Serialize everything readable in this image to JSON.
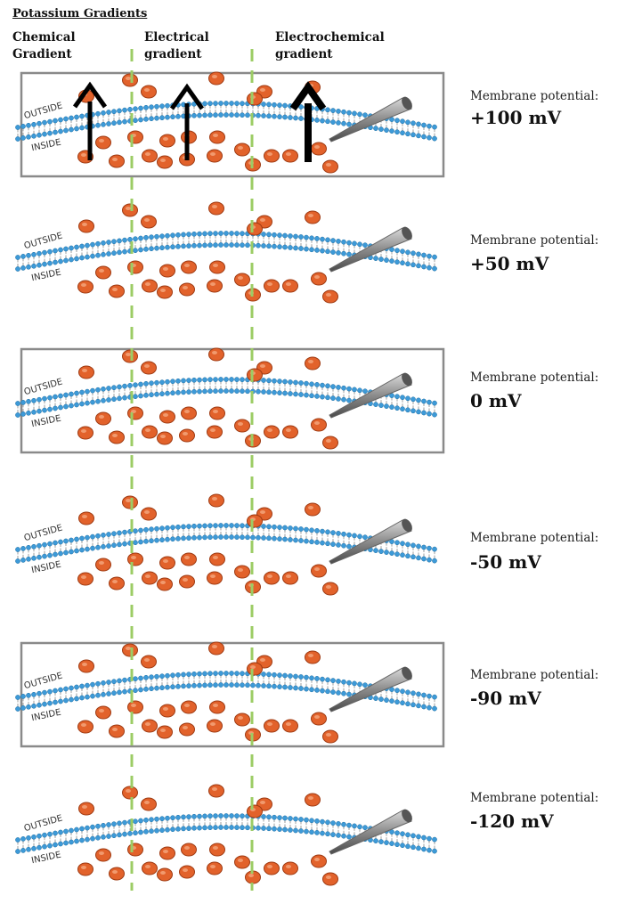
{
  "title": "Potassium Gradients",
  "columns": [
    {
      "line1": "Chemical",
      "line2": "Gradient"
    },
    {
      "line1": "Electrical",
      "line2": "gradient"
    },
    {
      "line1": "Electrochemical",
      "line2": "gradient"
    }
  ],
  "side_labels": {
    "outside": "OUTSIDE",
    "inside": "INSIDE"
  },
  "membrane_label": "Membrane potential:",
  "panels": [
    {
      "potential": "+100 mV",
      "boxed": true,
      "arrows": true
    },
    {
      "potential": "+50 mV",
      "boxed": false,
      "arrows": false
    },
    {
      "potential": "0 mV",
      "boxed": true,
      "arrows": false
    },
    {
      "potential": "-50 mV",
      "boxed": false,
      "arrows": false
    },
    {
      "potential": "-90 mV",
      "boxed": true,
      "arrows": false
    },
    {
      "potential": "-120 mV",
      "boxed": false,
      "arrows": false
    }
  ],
  "colors": {
    "ion": "#e2622b",
    "lipid_head": "#3d9ad8",
    "guide_line": "#9ccc65",
    "arrow": "#000000",
    "electrode": "#666666"
  },
  "icons": [
    "potassium-ion-icon",
    "electrode-icon",
    "up-arrow-icon"
  ]
}
